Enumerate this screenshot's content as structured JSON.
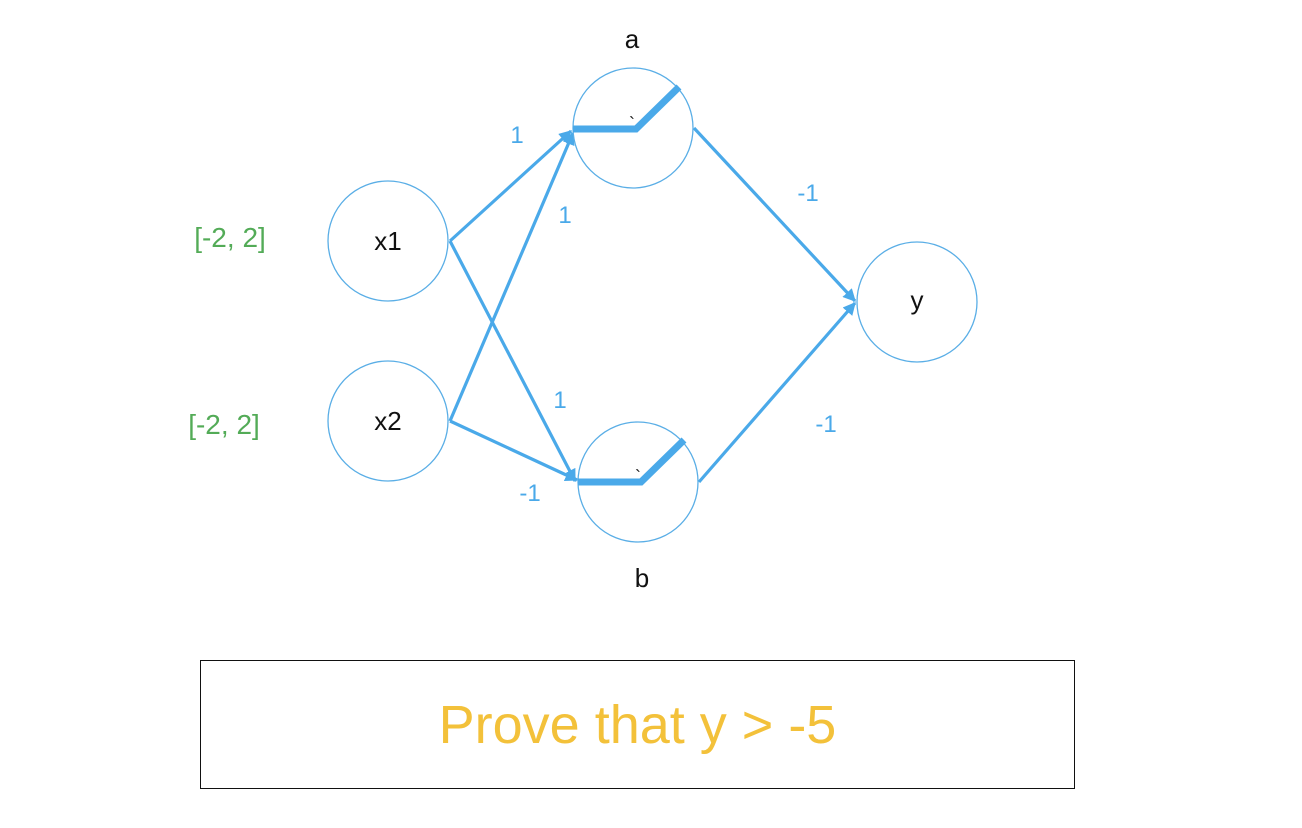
{
  "nodes": {
    "x1": {
      "label": "x1",
      "range": "[-2, 2]"
    },
    "x2": {
      "label": "x2",
      "range": "[-2, 2]"
    },
    "a": {
      "label": "a",
      "tick": "`"
    },
    "b": {
      "label": "b",
      "tick": "`"
    },
    "y": {
      "label": "y"
    }
  },
  "weights": {
    "x1_a": "1",
    "x2_a": "1",
    "x1_b": "1",
    "x2_b": "-1",
    "a_y": "-1",
    "b_y": "-1"
  },
  "goal": {
    "text": "Prove that y > -5"
  },
  "colors": {
    "edge": "#4aa9e9",
    "range": "#53ab57",
    "goal": "#f3c13a"
  }
}
